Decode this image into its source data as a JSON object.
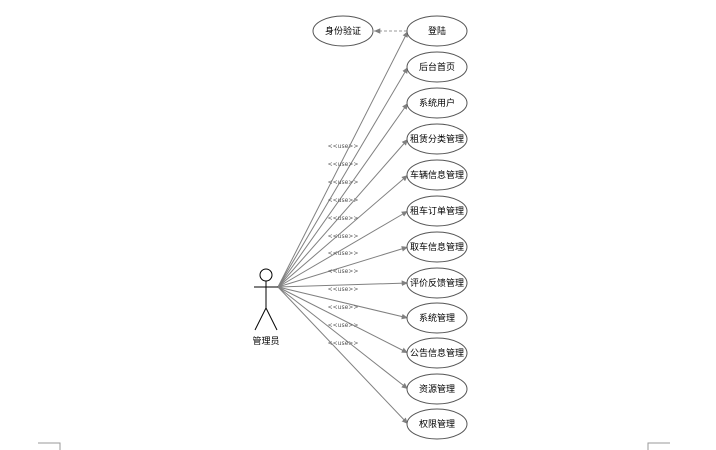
{
  "actor": {
    "label": "管理员"
  },
  "include_target": {
    "label": "身份验证"
  },
  "stereotype": "<<use>>",
  "use_cases": [
    {
      "label": "登陆"
    },
    {
      "label": "后台首页"
    },
    {
      "label": "系统用户"
    },
    {
      "label": "租赁分类管理"
    },
    {
      "label": "车辆信息管理"
    },
    {
      "label": "租车订单管理"
    },
    {
      "label": "取车信息管理"
    },
    {
      "label": "评价反馈管理"
    },
    {
      "label": "系统管理"
    },
    {
      "label": "公告信息管理"
    },
    {
      "label": "资源管理"
    },
    {
      "label": "权限管理"
    }
  ]
}
